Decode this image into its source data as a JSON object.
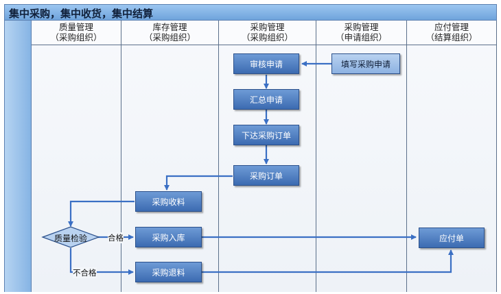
{
  "title": "集中采购，集中收货，集中结算",
  "lanes": [
    {
      "name": "质量管理",
      "org": "（采购组织）"
    },
    {
      "name": "库存管理",
      "org": "（采购组织）"
    },
    {
      "name": "采购管理",
      "org": "（采购组织）"
    },
    {
      "name": "采购管理",
      "org": "（申请组织）"
    },
    {
      "name": "应付管理",
      "org": "（结算组织）"
    }
  ],
  "nodes": {
    "fill_request": "填写采购申请",
    "review_request": "审核申请",
    "summarize_request": "汇总申请",
    "issue_order": "下达采购订单",
    "purchase_order": "采购订单",
    "receive_goods": "采购收料",
    "quality_check": "质量检验",
    "stock_in": "采购入库",
    "return_goods": "采购退料",
    "payable": "应付单"
  },
  "edge_labels": {
    "pass": "合格",
    "fail": "不合格"
  },
  "colors": {
    "box_fill": "#4f7fc2",
    "connector": "#3a6fc4",
    "title_bar": "#8ab8e8"
  }
}
